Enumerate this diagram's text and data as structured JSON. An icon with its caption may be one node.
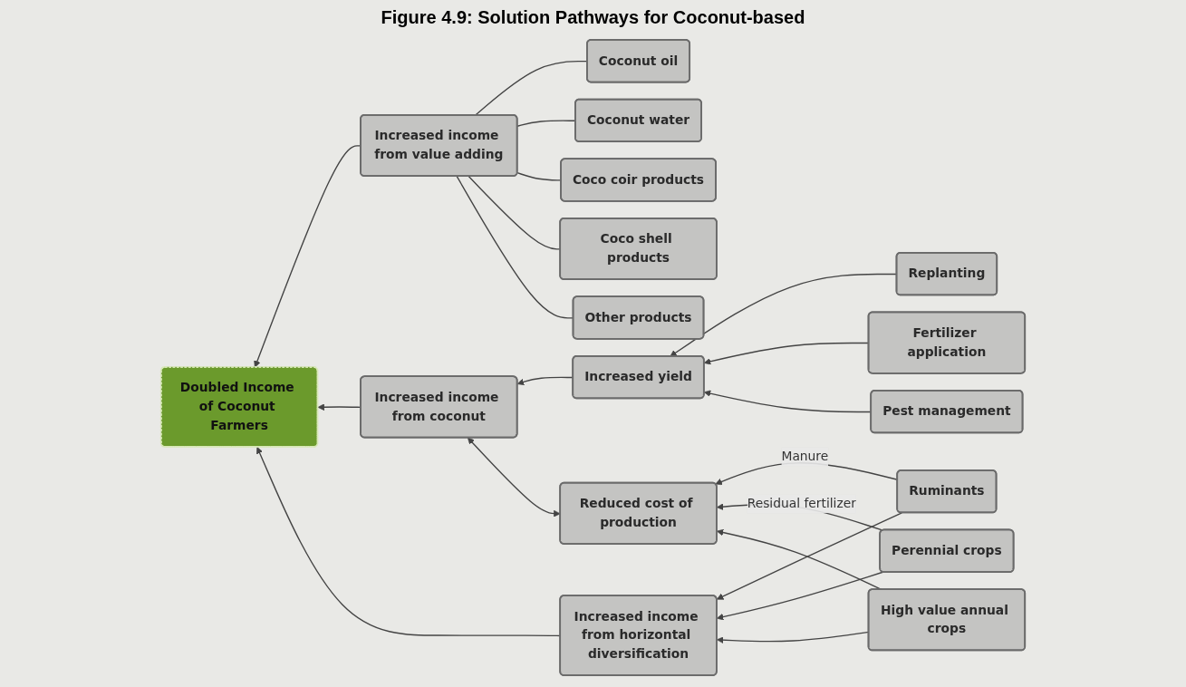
{
  "diagram": {
    "title": "Figure 4.9: Solution Pathways for Coconut-based",
    "nodes": [
      {
        "text": [
          "Coconut oil"
        ]
      },
      {
        "text": [
          "Coconut water"
        ]
      },
      {
        "text": [
          "Coco coir products"
        ]
      },
      {
        "text": [
          "Coco shell products"
        ]
      },
      {
        "text": [
          "Other products"
        ]
      },
      {
        "text": [
          "Increased income from value adding"
        ]
      },
      {
        "text": [
          "Doubled Income of Coconut Farmers"
        ]
      },
      {
        "text": [
          "Replanting"
        ]
      },
      {
        "text": [
          "Increased yield"
        ]
      },
      {
        "text": [
          "Fertilizer application"
        ]
      },
      {
        "text": [
          "Pest management"
        ]
      },
      {
        "text": [
          "Increased income from coconut"
        ]
      },
      {
        "text": [
          "Reduced cost of production"
        ]
      },
      {
        "text": [
          "Ruminants"
        ]
      },
      {
        "text": [
          "Increased income from horizontal diversification"
        ]
      },
      {
        "text": [
          "Perennial crops"
        ]
      },
      {
        "text": [
          "High value annual crops"
        ]
      }
    ],
    "edges": [
      {
        "from": 0,
        "to": 5,
        "arrow": "none"
      },
      {
        "from": 1,
        "to": 5,
        "arrow": "none"
      },
      {
        "from": 2,
        "to": 5,
        "arrow": "none"
      },
      {
        "from": 3,
        "to": 5,
        "arrow": "none"
      },
      {
        "from": 4,
        "to": 5,
        "arrow": "none"
      },
      {
        "from": 5,
        "to": 6,
        "arrow": "to"
      },
      {
        "from": 11,
        "to": 6,
        "arrow": "to"
      },
      {
        "from": 14,
        "to": 6,
        "arrow": "to"
      },
      {
        "from": 8,
        "to": 11,
        "arrow": "to"
      },
      {
        "from": 7,
        "to": 8,
        "arrow": "to"
      },
      {
        "from": 9,
        "to": 8,
        "arrow": "to"
      },
      {
        "from": 10,
        "to": 8,
        "arrow": "to"
      },
      {
        "from": 12,
        "to": 11,
        "arrow": "both"
      },
      {
        "from": 13,
        "to": 12,
        "arrow": "to",
        "label": "Manure"
      },
      {
        "from": 15,
        "to": 12,
        "arrow": "to",
        "label": "Residual fertilizer"
      },
      {
        "from": 16,
        "to": 12,
        "arrow": "to"
      },
      {
        "from": 13,
        "to": 14,
        "arrow": "to"
      },
      {
        "from": 15,
        "to": 14,
        "arrow": "to"
      },
      {
        "from": 16,
        "to": 14,
        "arrow": "to"
      }
    ]
  }
}
